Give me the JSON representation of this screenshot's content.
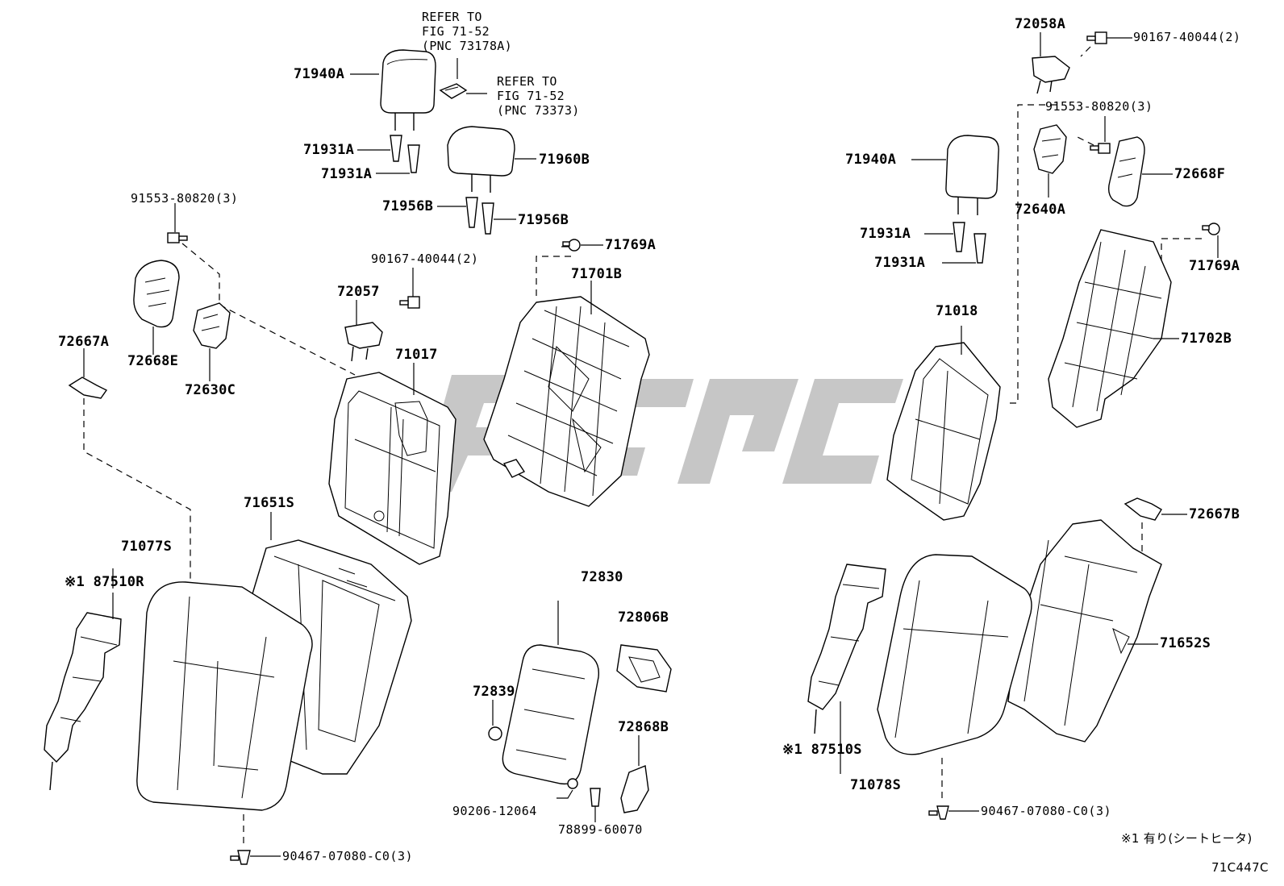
{
  "diagram": {
    "code": "71C447C",
    "footnote": "※1  有り(シートヒータ)",
    "watermark_color": "#9e9e9e",
    "line_color": "#000000"
  },
  "refs": {
    "headrest_ref": "REFER TO\nFIG 71-52\n(PNC 73178A)",
    "lock_ref": "REFER TO\nFIG 71-52\n(PNC 73373)"
  },
  "labels": {
    "p71940A_l": "71940A",
    "p71931A_l1": "71931A",
    "p71931A_l2": "71931A",
    "p71960B": "71960B",
    "p71956B_a": "71956B",
    "p71956B_b": "71956B",
    "p91553_l": "91553-80820(3)",
    "p72668E": "72668E",
    "p72630C": "72630C",
    "p72667A": "72667A",
    "p90167_l": "90167-40044(2)",
    "p72057": "72057",
    "p71017": "71017",
    "p71769A_l": "71769A",
    "p71701B": "71701B",
    "p71651S": "71651S",
    "p71077S": "71077S",
    "p87510R": "※1 87510R",
    "p90467_l": "90467-07080-C0(3)",
    "p72830": "72830",
    "p72806B": "72806B",
    "p72839": "72839",
    "p72868B": "72868B",
    "p90206": "90206-12064",
    "p78899": "78899-60070",
    "p72058A": "72058A",
    "p90167_r": "90167-40044(2)",
    "p91553_r": "91553-80820(3)",
    "p71940A_r": "71940A",
    "p72668F": "72668F",
    "p72640A": "72640A",
    "p71931A_r1": "71931A",
    "p71931A_r2": "71931A",
    "p71769A_r": "71769A",
    "p71018": "71018",
    "p71702B": "71702B",
    "p72667B": "72667B",
    "p71652S": "71652S",
    "p87510S": "※1 87510S",
    "p71078S": "71078S",
    "p90467_r": "90467-07080-C0(3)"
  }
}
